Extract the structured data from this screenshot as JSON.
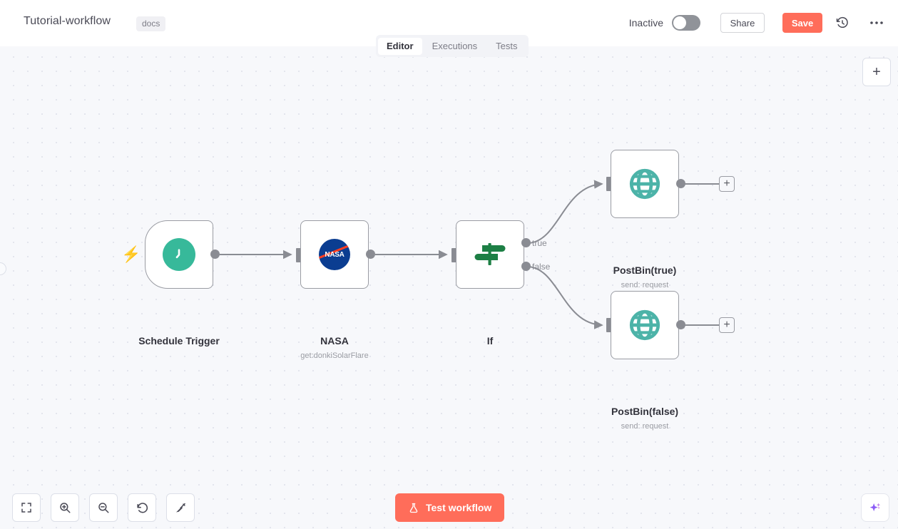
{
  "header": {
    "workflow_title": "Tutorial-workflow",
    "tag_label": "docs",
    "active_state_label": "Inactive",
    "share_label": "Share",
    "save_label": "Save",
    "history_icon": "history-clock-icon",
    "more_icon": "ellipsis-icon",
    "save_color": "#ff6d5a"
  },
  "tabs": [
    {
      "label": "Editor",
      "active": true
    },
    {
      "label": "Executions",
      "active": false
    },
    {
      "label": "Tests",
      "active": false
    }
  ],
  "canvas": {
    "add_node_label": "+",
    "nodes": [
      {
        "name": "Schedule Trigger",
        "subtitle": "",
        "icon": "clock-icon",
        "icon_color": "#37b99a",
        "type": "trigger",
        "trigger_badge": "lightning-bolt-icon"
      },
      {
        "name": "NASA",
        "subtitle": "get:donkiSolarFlare",
        "icon": "nasa-logo-icon",
        "icon_color": "#0b3d91",
        "type": "action"
      },
      {
        "name": "If",
        "subtitle": "",
        "icon": "signpost-icon",
        "icon_color": "#1d7f45",
        "type": "condition",
        "outputs": [
          "true",
          "false"
        ]
      },
      {
        "name": "PostBin(true)",
        "subtitle": "send: request",
        "icon": "globe-icon",
        "icon_color": "#4cb3a8",
        "type": "action"
      },
      {
        "name": "PostBin(false)",
        "subtitle": "send: request",
        "icon": "globe-icon",
        "icon_color": "#4cb3a8",
        "type": "action"
      }
    ],
    "endpoint_plus_label": "+"
  },
  "toolbar": {
    "buttons": [
      {
        "name": "fit-to-view",
        "icon": "fit-screen-icon"
      },
      {
        "name": "zoom-in",
        "icon": "zoom-in-icon"
      },
      {
        "name": "zoom-out",
        "icon": "zoom-out-icon"
      },
      {
        "name": "reset-zoom",
        "icon": "undo-arrow-icon"
      },
      {
        "name": "tidy-up",
        "icon": "broom-icon"
      }
    ],
    "test_workflow_label": "Test workflow",
    "test_workflow_icon": "flask-icon",
    "test_workflow_color": "#ff6d5a",
    "ai_assistant_icon": "ai-sparkle-icon"
  }
}
